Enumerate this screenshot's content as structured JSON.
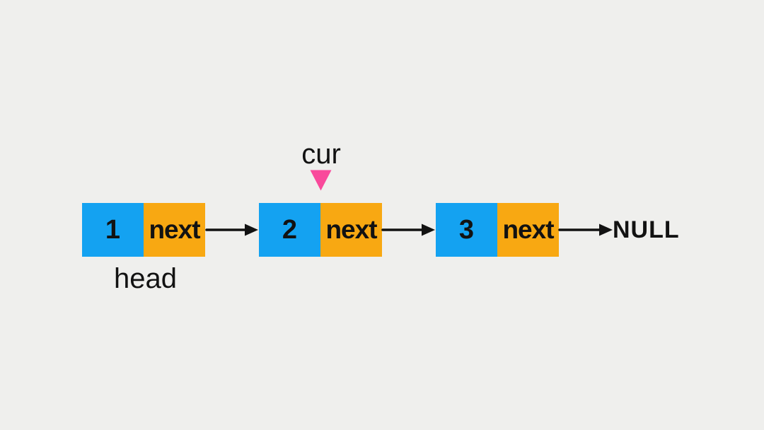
{
  "colors": {
    "background": "#efefed",
    "node_value_bg": "#14a2f1",
    "node_next_bg": "#f8a812",
    "pointer": "#f9499b",
    "ink": "#121212"
  },
  "labels": {
    "head": "head",
    "cur": "cur",
    "null": "NULL"
  },
  "nodes": [
    {
      "value": "1",
      "next_label": "next"
    },
    {
      "value": "2",
      "next_label": "next"
    },
    {
      "value": "3",
      "next_label": "next"
    }
  ]
}
